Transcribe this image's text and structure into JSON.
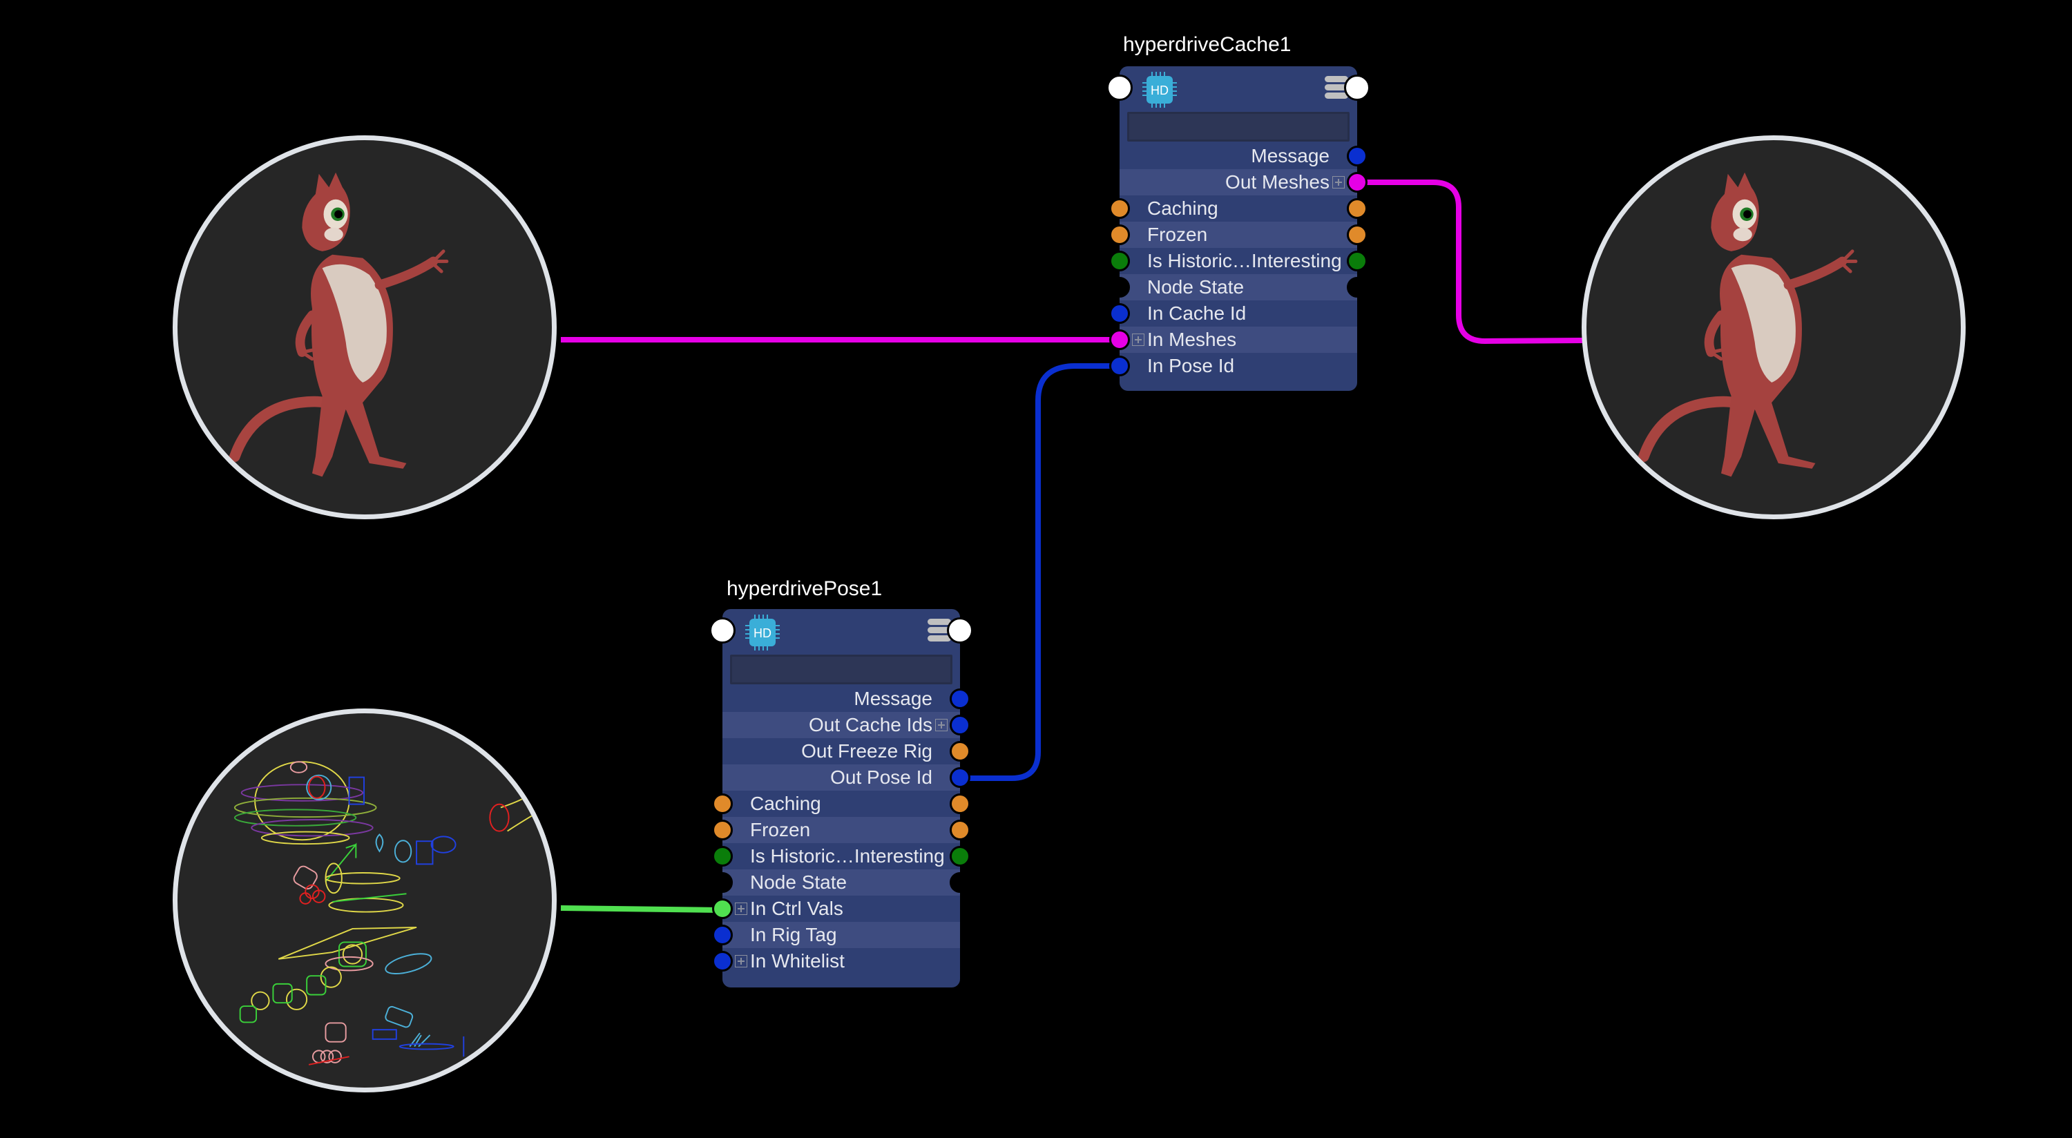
{
  "canvas": {
    "background": "#000000"
  },
  "colors": {
    "node_body": "#2f3f73",
    "node_row_alt": "#3e4c80",
    "port_message": "#0a2fd0",
    "port_bool": "#e08a2a",
    "port_green": "#0a7d0a",
    "port_mesh": "#e600e6",
    "port_ctrl": "#50e050",
    "port_white": "#ffffff"
  },
  "thumbnails": [
    {
      "id": "rig-mesh-in",
      "label": "character-mesh-thumbnail",
      "content": "red squirrel character mesh"
    },
    {
      "id": "rig-mesh-out",
      "label": "character-mesh-thumbnail-output",
      "content": "red squirrel character mesh"
    },
    {
      "id": "rig-controls",
      "label": "rig-controls-thumbnail",
      "content": "rig control curves"
    }
  ],
  "nodes": {
    "cache": {
      "title": "hyperdriveCache1",
      "icon": "HD",
      "field_value": "",
      "rows": [
        {
          "label": "Message",
          "side": "out",
          "right_port": "message",
          "alt": false
        },
        {
          "label": "Out Meshes",
          "side": "out",
          "right_port": "mesh",
          "expand": true,
          "alt": true
        },
        {
          "label": "Caching",
          "side": "in",
          "left_port": "bool",
          "right_port": "bool",
          "alt": false
        },
        {
          "label": "Frozen",
          "side": "in",
          "left_port": "bool",
          "right_port": "bool",
          "alt": true
        },
        {
          "label": "Is Historic…Interesting",
          "side": "in",
          "left_port": "green",
          "right_port": "green",
          "alt": false
        },
        {
          "label": "Node State",
          "side": "in",
          "left_port": "black",
          "right_port": "black",
          "alt": true
        },
        {
          "label": "In Cache Id",
          "side": "in",
          "left_port": "message",
          "alt": false
        },
        {
          "label": "In Meshes",
          "side": "in",
          "left_port": "mesh",
          "expand": true,
          "alt": true
        },
        {
          "label": "In Pose Id",
          "side": "in",
          "left_port": "message",
          "alt": false
        }
      ]
    },
    "pose": {
      "title": "hyperdrivePose1",
      "icon": "HD",
      "field_value": "",
      "rows": [
        {
          "label": "Message",
          "side": "out",
          "right_port": "message",
          "alt": false
        },
        {
          "label": "Out Cache Ids",
          "side": "out",
          "right_port": "message",
          "expand": true,
          "alt": true
        },
        {
          "label": "Out Freeze Rig",
          "side": "out",
          "right_port": "bool",
          "alt": false
        },
        {
          "label": "Out Pose Id",
          "side": "out",
          "right_port": "message",
          "alt": true
        },
        {
          "label": "Caching",
          "side": "in",
          "left_port": "bool",
          "right_port": "bool",
          "alt": false
        },
        {
          "label": "Frozen",
          "side": "in",
          "left_port": "bool",
          "right_port": "bool",
          "alt": true
        },
        {
          "label": "Is Historic…Interesting",
          "side": "in",
          "left_port": "green",
          "right_port": "green",
          "alt": false
        },
        {
          "label": "Node State",
          "side": "in",
          "left_port": "black",
          "right_port": "black",
          "alt": true
        },
        {
          "label": "In Ctrl Vals",
          "side": "in",
          "left_port": "ctrl",
          "expand": true,
          "alt": false
        },
        {
          "label": "In Rig Tag",
          "side": "in",
          "left_port": "message",
          "alt": true
        },
        {
          "label": "In Whitelist",
          "side": "in",
          "left_port": "message",
          "expand": true,
          "alt": false
        }
      ]
    }
  },
  "connections": [
    {
      "from": "rig-mesh-in",
      "to": "hyperdriveCache1.In Meshes",
      "color": "#e600e6"
    },
    {
      "from": "hyperdriveCache1.Out Meshes",
      "to": "rig-mesh-out",
      "color": "#e600e6"
    },
    {
      "from": "hyperdrivePose1.Out Pose Id",
      "to": "hyperdriveCache1.In Pose Id",
      "color": "#0a2fd0"
    },
    {
      "from": "rig-controls",
      "to": "hyperdrivePose1.In Ctrl Vals",
      "color": "#50e050"
    }
  ]
}
